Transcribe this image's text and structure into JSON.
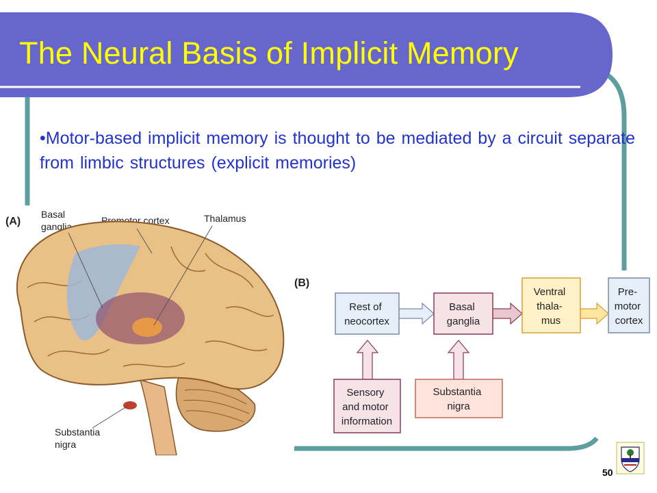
{
  "slide": {
    "title": "The Neural Basis of Implicit Memory",
    "bullet": "•Motor-based implicit memory is thought to be mediated by a circuit separate from limbic structures (explicit memories)",
    "page_number": "50"
  },
  "figure_a": {
    "label": "(A)",
    "labels": {
      "basal_1": "Basal",
      "basal_2": "ganglia",
      "premotor": "Premotor cortex",
      "thalamus": "Thalamus",
      "substantia_1": "Substantia",
      "substantia_2": "nigra"
    }
  },
  "figure_b": {
    "label": "(B)",
    "boxes": {
      "neocortex": [
        "Rest of",
        "neocortex"
      ],
      "basal": [
        "Basal",
        "ganglia"
      ],
      "ventral": [
        "Ventral",
        "thala-",
        "mus"
      ],
      "premotor": [
        "Pre-",
        "motor",
        "cortex"
      ],
      "sensory": [
        "Sensory",
        "and motor",
        "information"
      ],
      "substantia": [
        "Substantia",
        "nigra"
      ]
    }
  },
  "colors": {
    "title_bar": "#6666cc",
    "title_text": "#ffff00",
    "bullet_text": "#2233cc",
    "frame_teal": "#5f9e9e",
    "neocortex_box": "#e6eef8",
    "basal_box": "#f5e3e8",
    "thalamus_box": "#fff2c8",
    "substantia_box": "#fde3dc"
  }
}
